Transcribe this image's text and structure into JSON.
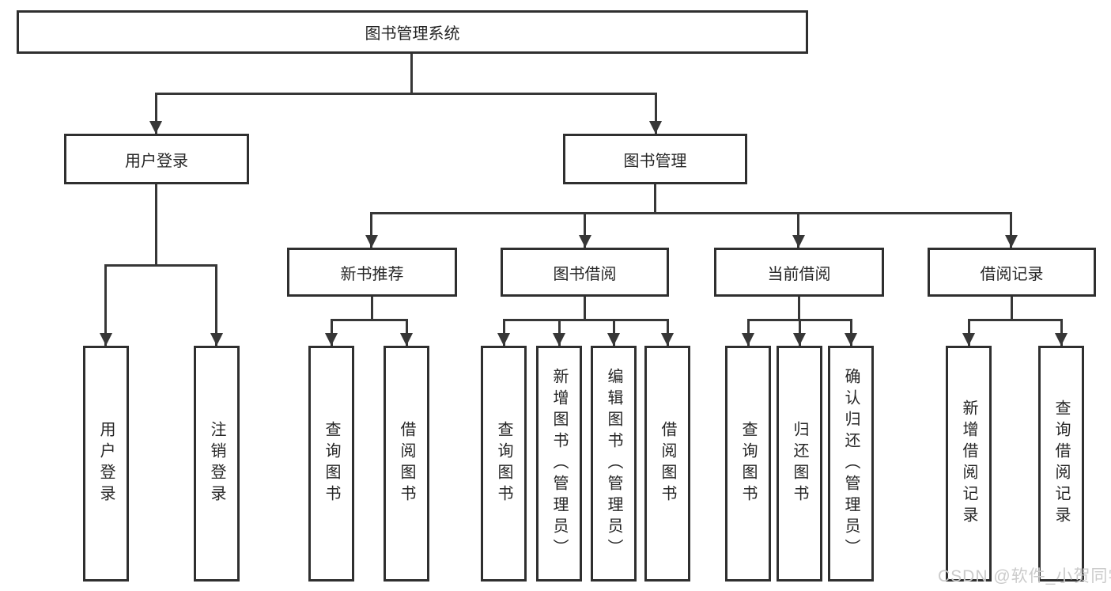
{
  "tree": {
    "root": "图书管理系统",
    "user_branch": {
      "label": "用户登录",
      "children": [
        "用户登录",
        "注销登录"
      ]
    },
    "book_branch": {
      "label": "图书管理",
      "sections": [
        {
          "label": "新书推荐",
          "children": [
            "查询图书",
            "借阅图书"
          ]
        },
        {
          "label": "图书借阅",
          "children": [
            "查询图书",
            "新增图书（管理员）",
            "编辑图书（管理员）",
            "借阅图书"
          ]
        },
        {
          "label": "当前借阅",
          "children": [
            "查询图书",
            "归还图书",
            "确认归还（管理员）"
          ]
        },
        {
          "label": "借阅记录",
          "children": [
            "新增借阅记录",
            "查询借阅记录"
          ]
        }
      ]
    }
  },
  "watermark": "CSDN @软件_小贺同学",
  "colors": {
    "line": "#373737",
    "box_border": "#2f2f2f",
    "box_fill": "#ffffff",
    "text": "#262626",
    "watermark": "#cbcbcb",
    "background": "#ffffff"
  }
}
